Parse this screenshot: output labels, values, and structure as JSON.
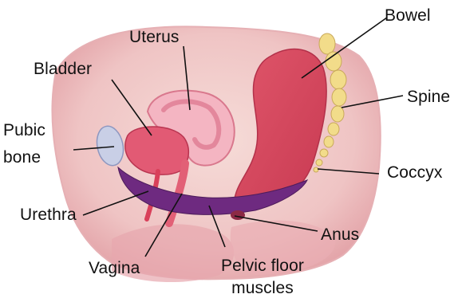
{
  "labels": {
    "uterus": "Uterus",
    "bowel": "Bowel",
    "bladder": "Bladder",
    "pubic_bone": [
      "Pubic",
      "bone"
    ],
    "spine": "Spine",
    "coccyx": "Coccyx",
    "urethra": "Urethra",
    "anus": "Anus",
    "vagina": "Vagina",
    "pelvic_floor_muscles": [
      "Pelvic floor",
      "muscles"
    ]
  }
}
